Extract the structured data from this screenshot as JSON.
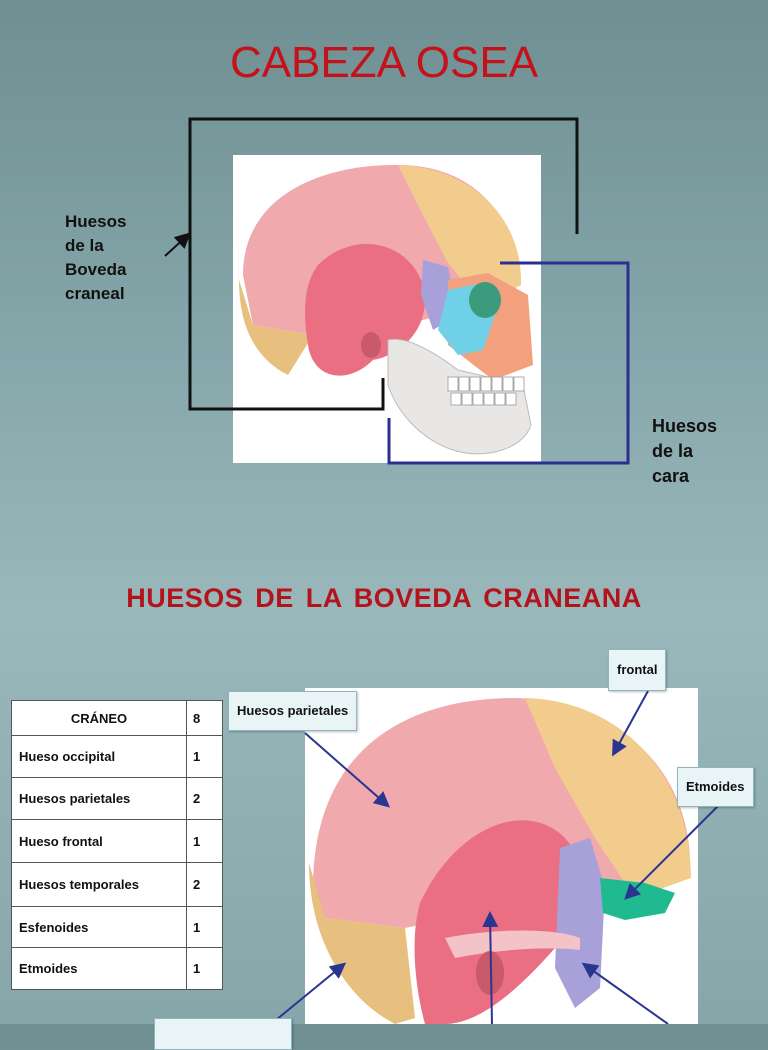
{
  "titles": {
    "main": "CABEZA OSEA",
    "second": "HUESOS  DE  LA  BOVEDA CRANEANA"
  },
  "labels": {
    "vault": [
      "Huesos",
      "de la",
      "Boveda",
      "craneal"
    ],
    "face": [
      "Huesos",
      "de la",
      "cara"
    ]
  },
  "callouts": {
    "parietal": "Huesos parietales",
    "frontal": "frontal",
    "ethmoid": "Etmoides"
  },
  "table": {
    "header": {
      "name": "CRÁNEO",
      "count": "8"
    },
    "rows": [
      {
        "name": "Hueso occipital",
        "count": "1"
      },
      {
        "name": "Huesos parietales",
        "count": "2"
      },
      {
        "name": "Hueso frontal",
        "count": "1"
      },
      {
        "name": "Huesos temporales",
        "count": "2"
      },
      {
        "name": "Esfenoides",
        "count": "1"
      },
      {
        "name": "Etmoides",
        "count": "1"
      }
    ]
  },
  "colors": {
    "title": "#c4121b",
    "vault_bracket": "#111111",
    "face_bracket": "#2b2f8f",
    "arrow": "#2b3590"
  }
}
